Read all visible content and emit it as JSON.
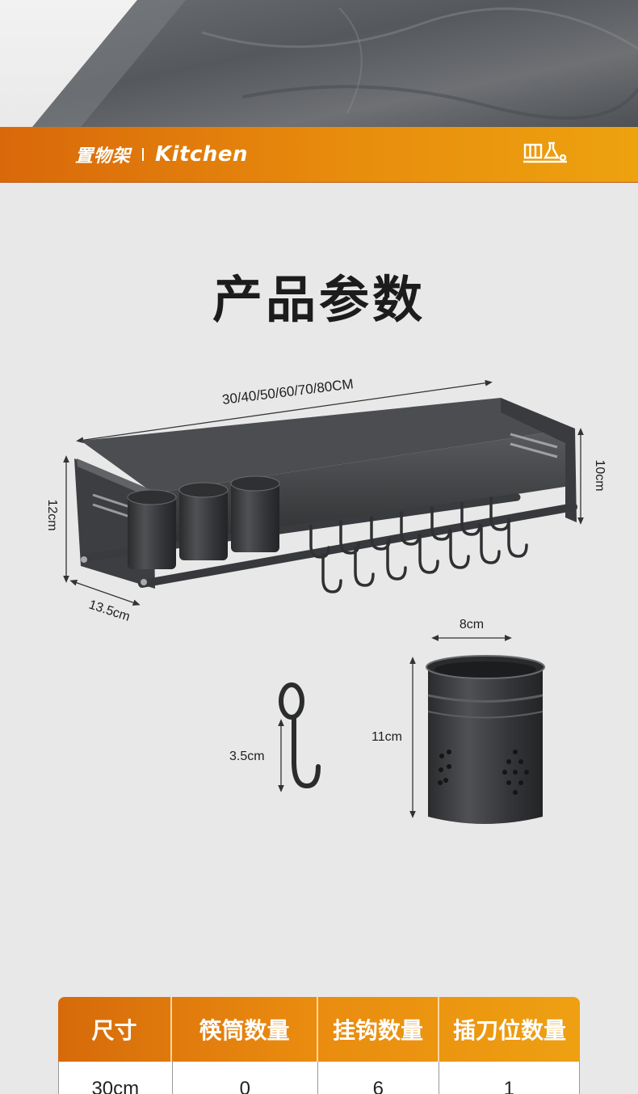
{
  "banner": {
    "category_cn": "置物架",
    "category_en": "Kitchen",
    "icon": "kitchen-shelf-icon"
  },
  "title": "产品参数",
  "dimensions": {
    "length": "30/40/50/60/70/80CM",
    "height_left": "12cm",
    "height_right": "10cm",
    "depth": "13.5cm",
    "cup_width": "8cm",
    "cup_height": "11cm",
    "hook_height": "3.5cm"
  },
  "table": {
    "headers": [
      "尺寸",
      "筷筒数量",
      "挂钩数量",
      "插刀位数量"
    ],
    "rows": [
      [
        "30cm",
        "0",
        "6",
        "1"
      ]
    ]
  },
  "colors": {
    "banner_start": "#d9680a",
    "banner_end": "#eda20f",
    "product": "#3a3a3c"
  }
}
